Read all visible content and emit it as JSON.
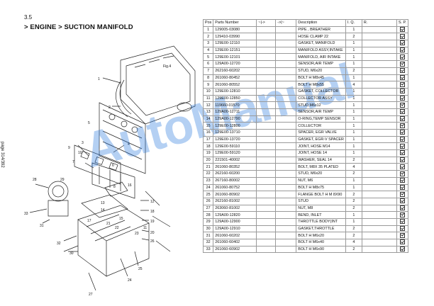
{
  "header": {
    "section_number": "3.5",
    "title": "> ENGINE > SUCTION MANIFOLD",
    "page_label": "page 314/392"
  },
  "watermark": "AutoManual",
  "table": {
    "headers": {
      "pos": "Pos",
      "part_number": "Parts Number",
      "from": "~|->",
      "to": "->|~",
      "description": "Description",
      "iq": "I. Q.",
      "remarks": "R.",
      "sp": "S. P."
    },
    "rows": [
      [
        "1",
        "129005-03080",
        "PIPE , BREATHER",
        "1"
      ],
      [
        "2",
        "129410-03990",
        "HOSE CLAMP 22",
        "2"
      ],
      [
        "3",
        "129E00-12110",
        "GASKET, MANIFOLD",
        "1"
      ],
      [
        "4",
        "129E00-12151",
        "MANIFOLD ASSY,INTAKE",
        "1"
      ],
      [
        "5",
        "129E00-12101",
        "MANIFOLD, AIR INTAKE",
        "1"
      ],
      [
        "6",
        "129A00-12720",
        "SENSOR,AIR TEMP",
        "1"
      ],
      [
        "7",
        "262160-60202",
        "STUD, M6x20",
        "2"
      ],
      [
        "8",
        "261060-80452",
        "BOLT H M8x45",
        "1"
      ],
      [
        "9",
        "261060-80552",
        "BOLT H M8x55",
        "4"
      ],
      [
        "10",
        "129E00-12810",
        "GASKET, COLLECTOR",
        "1"
      ],
      [
        "11",
        "129E00-12850",
        "COLLECTOR ASSY",
        "1"
      ],
      [
        "12",
        "119660-01570",
        "STUD,M6x12",
        "1"
      ],
      [
        "13",
        "129A00-12711",
        "SENSOR,AIR TEMP",
        "1"
      ],
      [
        "14",
        "129A00-12790",
        "O-RING,TEMP SENSOR",
        "1"
      ],
      [
        "15",
        "129E00-12800",
        "COLLECTOR",
        "1"
      ],
      [
        "16",
        "129E00-13710",
        "SPACER, EGR VALVE",
        "1"
      ],
      [
        "17",
        "129E00-13720",
        "GASKET, EGR-V SPACER",
        "1"
      ],
      [
        "18",
        "129E00-59110",
        "JOINT, HOSE M14",
        "1"
      ],
      [
        "19",
        "129E00-59120",
        "JOINT, HOSE 14",
        "1"
      ],
      [
        "20",
        "221501-40002",
        "WASHER, SEAL 14",
        "2"
      ],
      [
        "21",
        "261060-80352",
        "BOLT, M8X 35 PLATED",
        "4"
      ],
      [
        "22",
        "262160-60200",
        "STUD, M6x20",
        "2"
      ],
      [
        "23",
        "267160-80002",
        "NUT, M6",
        "1"
      ],
      [
        "24",
        "261060-80752",
        "BOLT H M8x75",
        "1"
      ],
      [
        "25",
        "261060-80902",
        "FLANGE BOLT H M 8X90",
        "2"
      ],
      [
        "26",
        "262160-81002",
        "STUD",
        "2"
      ],
      [
        "27",
        "263060-81002",
        "NUT, M8",
        "2"
      ],
      [
        "28",
        "129A00-12820",
        "BEND, INLET",
        "1"
      ],
      [
        "29",
        "129A00-12900",
        "THROTTLE BODY(INT",
        "1"
      ],
      [
        "30",
        "129A00-12910",
        "GASKET,THROTTLE",
        "2"
      ],
      [
        "31",
        "261060-60202",
        "BOLT H M6x20",
        "2"
      ],
      [
        "32",
        "261060-60402",
        "BOLT H M6x40",
        "4"
      ],
      [
        "33",
        "261060-60902",
        "BOLT H M6x90",
        "2"
      ]
    ]
  },
  "diagram": {
    "fig_label": "Fig.4",
    "callouts": [
      "1",
      "2",
      "3",
      "4",
      "5",
      "6",
      "7",
      "8",
      "9",
      "10",
      "11",
      "12",
      "13",
      "14",
      "15",
      "16",
      "17",
      "18",
      "19",
      "20",
      "21",
      "22",
      "23",
      "24",
      "25",
      "26",
      "27",
      "28",
      "29",
      "30",
      "31",
      "32",
      "33"
    ]
  }
}
